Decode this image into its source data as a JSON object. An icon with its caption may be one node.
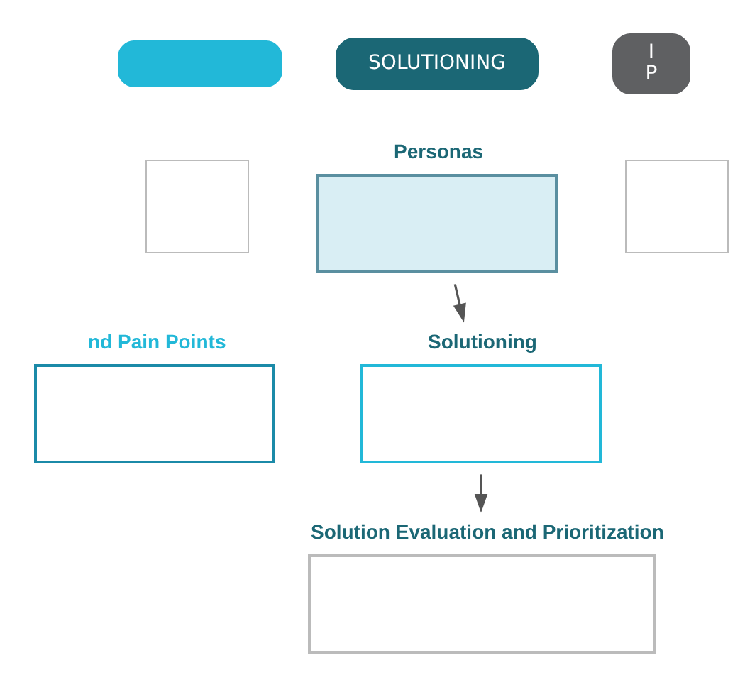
{
  "diagram": {
    "nodes": [
      {
        "text": [],
        "shape": "bar"
      },
      {
        "text": [
          "SOLUTIONING"
        ]
      },
      {
        "text": [
          "I",
          "P"
        ]
      },
      {
        "text": [],
        "shape": "box"
      },
      {
        "text": [
          "Personas"
        ]
      },
      {
        "text": [],
        "shape": "box"
      },
      {
        "text": [
          "nd Pain Points"
        ]
      },
      {
        "text": [
          "Solutioning"
        ]
      },
      {
        "text": [
          "Solution Evaluation and Prioritization"
        ]
      }
    ],
    "edges": [
      {
        "from": 4,
        "to": 7,
        "arrow": "to"
      },
      {
        "from": 7,
        "to": 8,
        "arrow": "to"
      }
    ]
  }
}
